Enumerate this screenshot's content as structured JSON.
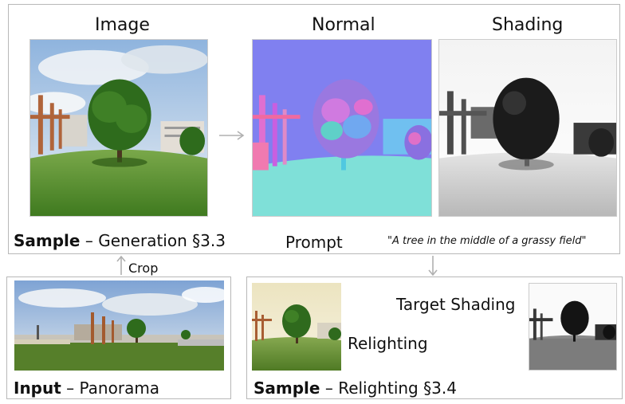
{
  "top_panel": {
    "image_title": "Image",
    "normal_title": "Normal",
    "shading_title": "Shading",
    "sample_word": "Sample",
    "sample_rest": " – Generation §3.3",
    "prompt_label": "Prompt",
    "prompt_text": "\"A tree in the middle of a grassy field\""
  },
  "crop_label": "Crop",
  "input_panel": {
    "input_word": "Input",
    "input_rest": " – Panorama"
  },
  "relight_panel": {
    "target_shading_label": "Target Shading",
    "relighting_label": "Relighting",
    "sample_word": "Sample",
    "sample_rest": " – Relighting §3.4"
  },
  "colors": {
    "border": "#b8b8b8",
    "arrow": "#b0b0b0",
    "sky": "#a9c7e6",
    "grass": "#4f8a2a",
    "normal_bg": "#7f7ff0",
    "normal_ground": "#7fe0d8"
  }
}
